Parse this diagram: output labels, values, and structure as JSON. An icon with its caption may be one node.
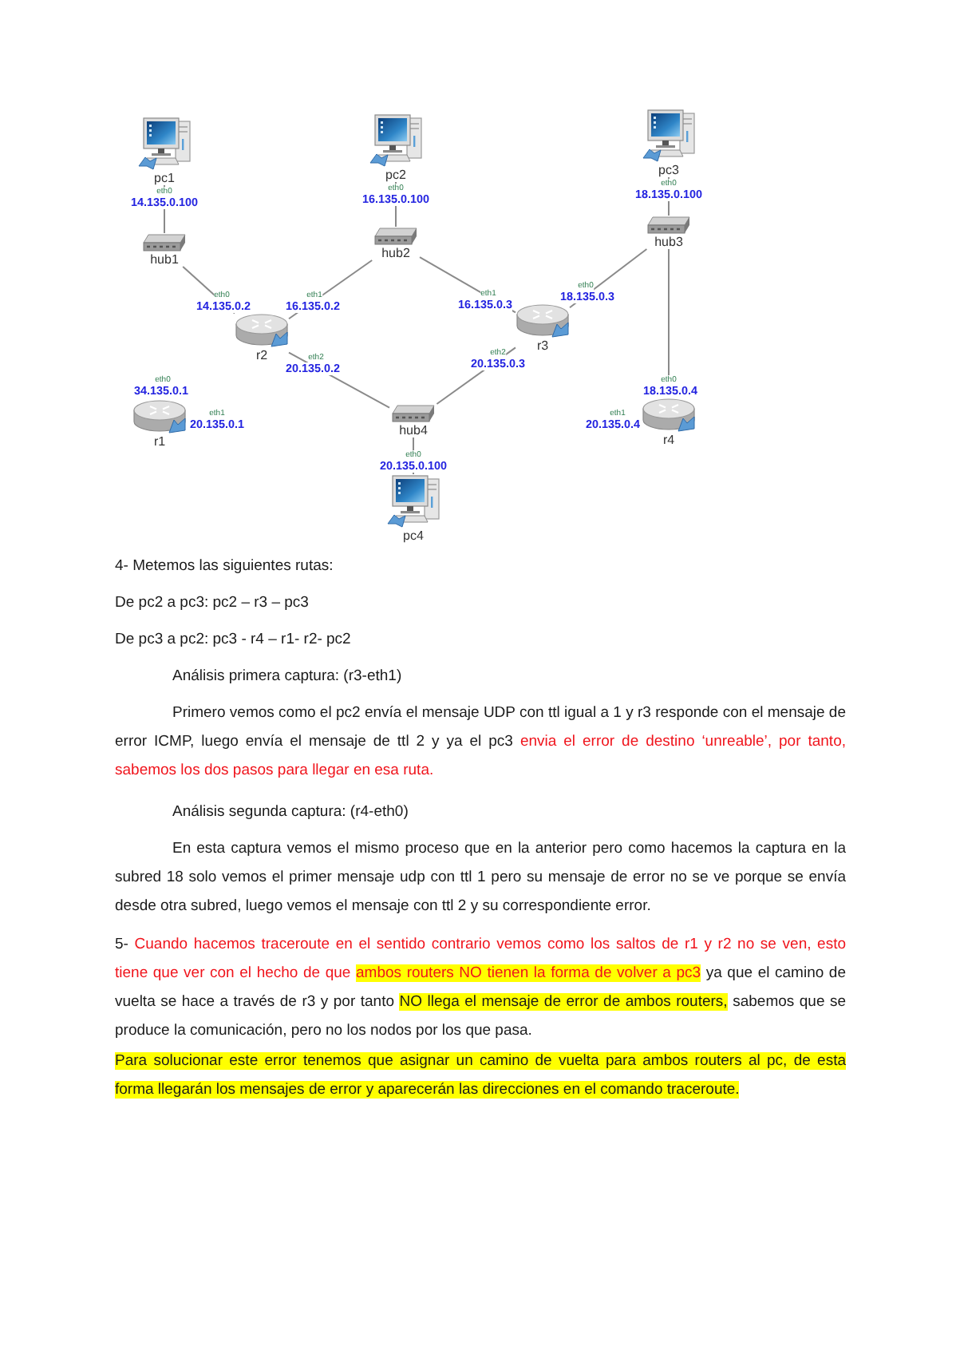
{
  "diagram": {
    "nodes": [
      {
        "text": [
          "pc1"
        ],
        "beside": [
          "eth0",
          "14.135.0.100"
        ]
      },
      {
        "text": [
          "pc2"
        ],
        "beside": [
          "eth0",
          "16.135.0.100"
        ]
      },
      {
        "text": [
          "pc3"
        ],
        "beside": [
          "eth0",
          "18.135.0.100"
        ]
      },
      {
        "text": [
          "hub1"
        ]
      },
      {
        "text": [
          "hub2"
        ]
      },
      {
        "text": [
          "hub3"
        ]
      },
      {
        "text": [
          "r2"
        ],
        "beside": [
          "eth0",
          "14.135.0.2",
          "eth1",
          "16.135.0.2",
          "eth2",
          "20.135.0.2"
        ]
      },
      {
        "text": [
          "r3"
        ],
        "beside": [
          "eth1",
          "16.135.0.3",
          "eth0",
          "18.135.0.3",
          "eth2",
          "20.135.0.3"
        ]
      },
      {
        "text": [
          "r1"
        ],
        "beside": [
          "eth0",
          "34.135.0.1",
          "eth1",
          "20.135.0.1"
        ]
      },
      {
        "text": [
          "hub4"
        ]
      },
      {
        "text": [
          "r4"
        ],
        "beside": [
          "eth0",
          "18.135.0.4",
          "eth1",
          "20.135.0.4"
        ]
      },
      {
        "text": [
          "pc4"
        ],
        "beside": [
          "eth0",
          "20.135.0.100"
        ]
      }
    ],
    "edges": [
      {
        "from": 0,
        "to": 3,
        "arrow": "none"
      },
      {
        "from": 1,
        "to": 4,
        "arrow": "none"
      },
      {
        "from": 2,
        "to": 5,
        "arrow": "none"
      },
      {
        "from": 3,
        "to": 6,
        "arrow": "none"
      },
      {
        "from": 4,
        "to": 6,
        "arrow": "none"
      },
      {
        "from": 4,
        "to": 7,
        "arrow": "none"
      },
      {
        "from": 5,
        "to": 7,
        "arrow": "none"
      },
      {
        "from": 5,
        "to": 10,
        "arrow": "none"
      },
      {
        "from": 6,
        "to": 9,
        "arrow": "none"
      },
      {
        "from": 7,
        "to": 9,
        "arrow": "none"
      },
      {
        "from": 9,
        "to": 11,
        "arrow": "none"
      }
    ],
    "labels": [
      "4- Metemos las siguientes rutas:",
      "De pc2 a pc3: pc2 – r3 – pc3",
      "De pc3 a pc2: pc3 - r4 – r1- r2- pc2",
      "Análisis primera captura: (r3-eth1)",
      "Primero vemos como el pc2 envía el mensaje UDP con ttl igual a 1 y r3 responde con el mensaje de error ICMP, luego envía el mensaje de ttl 2 y ya el pc3",
      "envia el error de destino ‘unreable’, por tanto, sabemos los dos pasos para llegar en esa ruta.",
      "Análisis segunda captura: (r4-eth0)",
      "En esta captura vemos el mismo proceso que en la anterior pero como hacemos la captura en la subred 18 solo vemos el primer mensaje udp con ttl 1 pero su mensaje de error no se ve porque se envía desde otra subred, luego vemos el mensaje con ttl 2 y su correspondiente error.",
      "5-",
      "Cuando hacemos traceroute en el sentido contrario vemos como los saltos de r1 y r2 no se ven, esto tiene que ver con el hecho de que",
      "ambos routers NO tienen la forma de volver a pc3",
      "ya que el camino de vuelta se hace a través de r3 y por tanto",
      "NO llega el mensaje de error de ambos routers,",
      "sabemos que se produce la comunicación, pero no los nodos por los que pasa.",
      "Para solucionar este error tenemos que asignar un camino de vuelta para ambos routers al pc, de esta forma llegarán los mensajes de error y aparecerán las direcciones en el comando traceroute."
    ]
  }
}
